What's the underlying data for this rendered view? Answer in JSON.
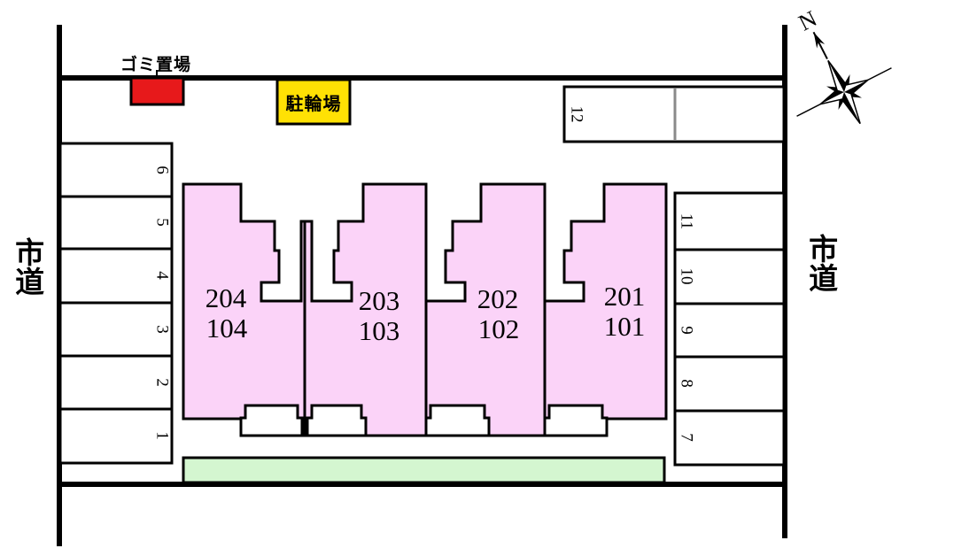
{
  "title": "site-plan",
  "roads": {
    "left_label": "市道",
    "right_label": "市道"
  },
  "compass": {
    "north_label": "N"
  },
  "facilities": {
    "garbage": {
      "label": "ゴミ置場",
      "color": "#e7191b"
    },
    "bicycle": {
      "label": "駐輪場",
      "color": "#ffe104"
    }
  },
  "building": {
    "fill": "#fbd3f8",
    "units": [
      {
        "upper": "204",
        "lower": "104"
      },
      {
        "upper": "203",
        "lower": "103"
      },
      {
        "upper": "202",
        "lower": "102"
      },
      {
        "upper": "201",
        "lower": "101"
      }
    ]
  },
  "planting": {
    "color": "#d4f6d0"
  },
  "parking": {
    "left_spaces": [
      "6",
      "5",
      "4",
      "3",
      "2",
      "1"
    ],
    "right_spaces": [
      "11",
      "10",
      "9",
      "8",
      "7"
    ],
    "top_space": "12"
  }
}
